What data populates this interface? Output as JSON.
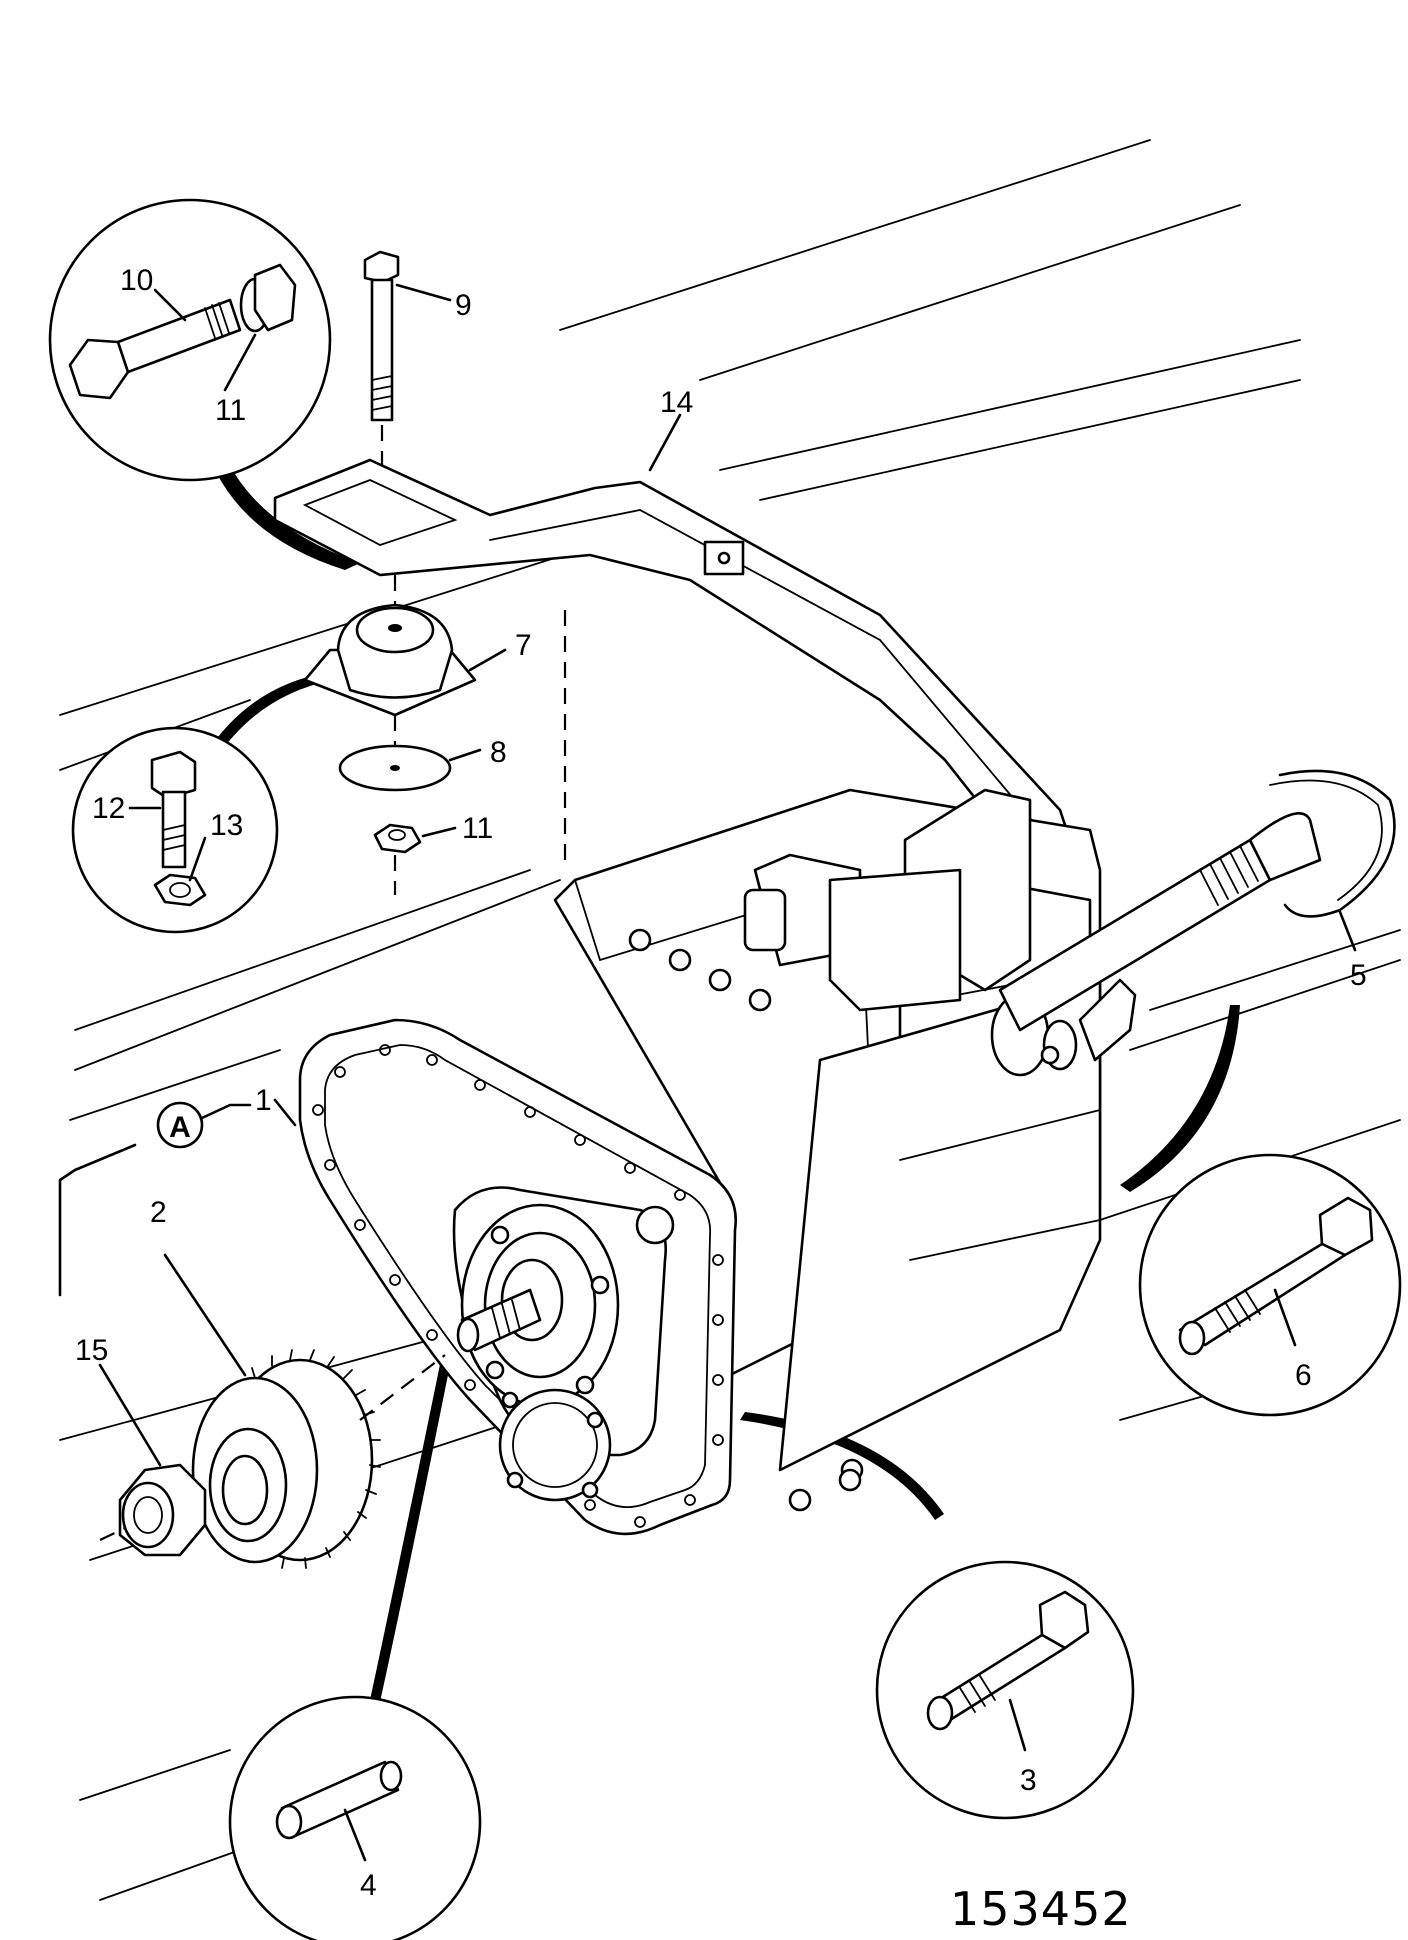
{
  "diagram": {
    "callouts": [
      {
        "id": "c1",
        "text": "1"
      },
      {
        "id": "c2",
        "text": "2"
      },
      {
        "id": "c3",
        "text": "3"
      },
      {
        "id": "c4",
        "text": "4"
      },
      {
        "id": "c5",
        "text": "5"
      },
      {
        "id": "c6",
        "text": "6"
      },
      {
        "id": "c7",
        "text": "7"
      },
      {
        "id": "c8",
        "text": "8"
      },
      {
        "id": "c9",
        "text": "9"
      },
      {
        "id": "c10",
        "text": "10"
      },
      {
        "id": "c11a",
        "text": "11"
      },
      {
        "id": "c11b",
        "text": "11"
      },
      {
        "id": "c12",
        "text": "12"
      },
      {
        "id": "c13",
        "text": "13"
      },
      {
        "id": "c14",
        "text": "14"
      },
      {
        "id": "c15",
        "text": "15"
      }
    ],
    "kit_marker": "A",
    "reference_number": "153452"
  }
}
